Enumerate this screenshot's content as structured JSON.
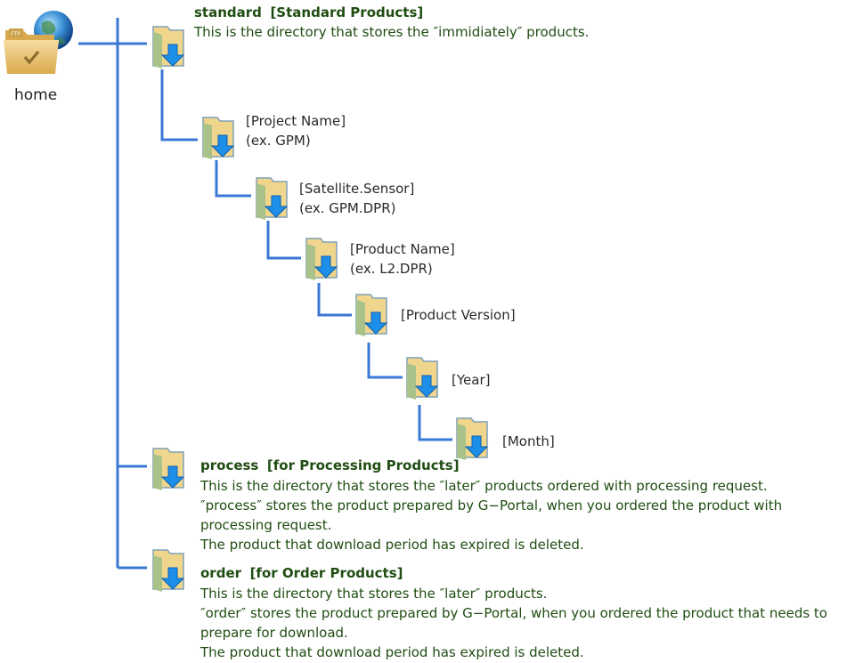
{
  "home": {
    "label": "home",
    "icon": "ftp-home-folder-icon"
  },
  "standard": {
    "title": "standard",
    "subtitle": "[Standard Products]",
    "lines": [
      "This is the directory that stores the ″immidiately″ products."
    ]
  },
  "levels": [
    {
      "line1": "[Project Name]",
      "line2": "(ex. GPM)"
    },
    {
      "line1": "[Satellite.Sensor]",
      "line2": "(ex. GPM.DPR)"
    },
    {
      "line1": "[Product Name]",
      "line2": "(ex. L2.DPR)"
    },
    {
      "line1": "[Product Version]"
    },
    {
      "line1": "[Year]"
    },
    {
      "line1": "[Month]"
    }
  ],
  "process": {
    "title": "process",
    "subtitle": "[for Processing Products]",
    "lines": [
      "This is the directory that stores the ″later″ products ordered with processing request.",
      "″process″ stores the product prepared by G−Portal, when you ordered the product with",
      "processing request.",
      "The product that download period has expired is deleted."
    ]
  },
  "order": {
    "title": "order",
    "subtitle": "[for Order Products]",
    "lines": [
      "This is the directory that stores the ″later″ products.",
      "″order″ stores the product prepared by G−Portal, when you ordered the product that needs to",
      "prepare for download.",
      "The product that download period has expired is deleted."
    ]
  },
  "colors": {
    "tree_line": "#3a78d6",
    "green_text": "#1f4d12",
    "folder": "#e8c874",
    "arrow": "#1e8fe8"
  }
}
